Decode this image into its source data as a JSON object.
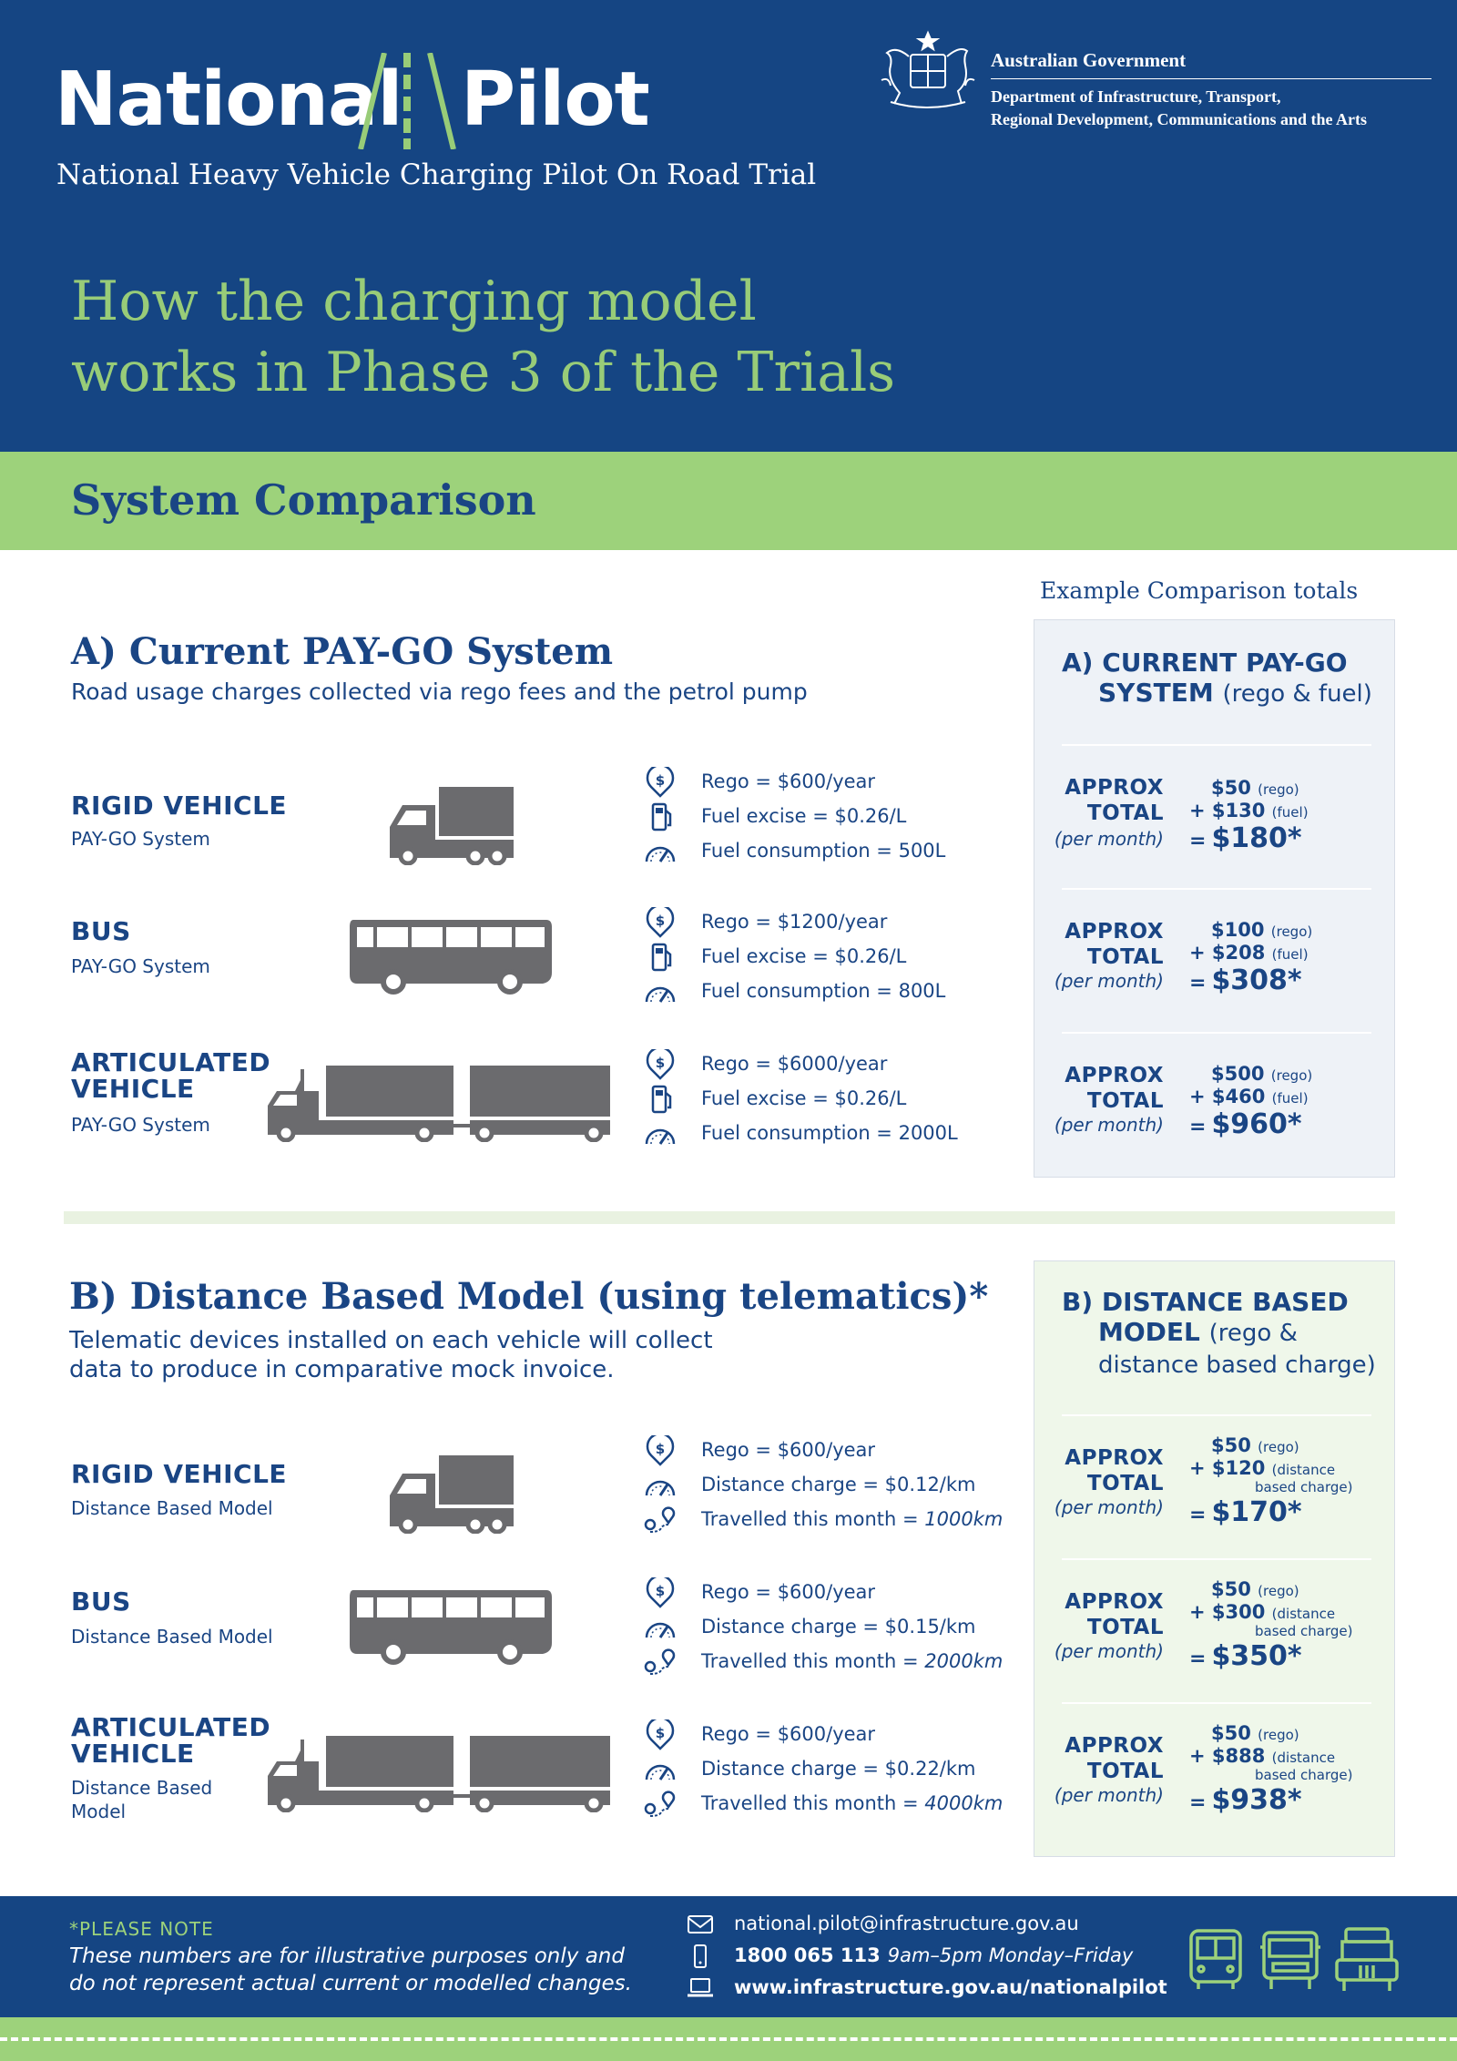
{
  "header": {
    "logo_left": "National",
    "logo_right": "Pilot",
    "subtitle": "National Heavy Vehicle Charging Pilot On Road Trial",
    "gov_name": "Australian Government",
    "gov_dept_line1": "Department of Infrastructure, Transport,",
    "gov_dept_line2": "Regional Development, Communications and the Arts",
    "title_line1": "How the charging model",
    "title_line2": "works in Phase 3 of the Trials"
  },
  "band": {
    "title": "System Comparison"
  },
  "totals_heading": "Example Comparison totals",
  "section_a": {
    "title": "A) Current PAY-GO System",
    "desc": "Road usage charges collected via rego fees and the petrol pump",
    "vehicles": [
      {
        "name": "RIGID VEHICLE",
        "sub": "PAY-GO System",
        "specs": [
          "Rego = $600/year",
          "Fuel excise = $0.26/L",
          "Fuel consumption = 500L"
        ]
      },
      {
        "name": "BUS",
        "sub": "PAY-GO System",
        "specs": [
          "Rego = $1200/year",
          "Fuel excise = $0.26/L",
          "Fuel consumption = 800L"
        ]
      },
      {
        "name_line1": "ARTICULATED",
        "name_line2": "VEHICLE",
        "sub": "PAY-GO System",
        "specs": [
          "Rego = $6000/year",
          "Fuel excise = $0.26/L",
          "Fuel consumption = 2000L"
        ]
      }
    ]
  },
  "section_b": {
    "title": "B) Distance Based Model (using telematics)*",
    "desc_line1": "Telematic devices installed on each vehicle will collect",
    "desc_line2": "data to produce in comparative mock invoice.",
    "vehicles": [
      {
        "name": "RIGID VEHICLE",
        "sub": "Distance Based Model",
        "spec1": "Rego = $600/year",
        "spec2": "Distance charge = $0.12/km",
        "spec3_label": "Travelled this month = ",
        "spec3_value": "1000km"
      },
      {
        "name": "BUS",
        "sub": "Distance Based Model",
        "spec1": "Rego = $600/year",
        "spec2": "Distance charge = $0.15/km",
        "spec3_label": "Travelled this month = ",
        "spec3_value": "2000km"
      },
      {
        "name_line1": "ARTICULATED",
        "name_line2": "VEHICLE",
        "sub_line1": "Distance Based",
        "sub_line2": "Model",
        "spec1": "Rego = $600/year",
        "spec2": "Distance charge = $0.22/km",
        "spec3_label": "Travelled this month = ",
        "spec3_value": "4000km"
      }
    ]
  },
  "panel_a": {
    "head_line1": "A) CURRENT PAY-GO",
    "head_line2": "SYSTEM",
    "head_extra": "(rego & fuel)",
    "approx": "APPROX",
    "total": "TOTAL",
    "per_month": "(per month)",
    "rego_tag": "(rego)",
    "fuel_tag": "(fuel)",
    "rows": [
      {
        "rego": "$50",
        "fuel": "+ $130",
        "total": "$180*"
      },
      {
        "rego": "$100",
        "fuel": "+ $208",
        "total": "$308*"
      },
      {
        "rego": "$500",
        "fuel": "+ $460",
        "total": "$960*"
      }
    ]
  },
  "panel_b": {
    "head_line1": "B) DISTANCE BASED",
    "head_line2": "MODEL",
    "head_extra": "(rego &",
    "head_line3": "distance based charge)",
    "approx": "APPROX",
    "total": "TOTAL",
    "per_month": "(per month)",
    "rego_tag": "(rego)",
    "dist_tag1": "(distance",
    "dist_tag2": "based charge)",
    "rows": [
      {
        "rego": "$50",
        "dist": "+ $120",
        "total": "$170*"
      },
      {
        "rego": "$50",
        "dist": "+ $300",
        "total": "$350*"
      },
      {
        "rego": "$50",
        "dist": "+ $888",
        "total": "$938*"
      }
    ]
  },
  "footer": {
    "note_heading": "*PLEASE NOTE",
    "note_line1": "These numbers are for illustrative purposes only and",
    "note_line2": "do not represent actual current or modelled changes.",
    "email": "national.pilot@infrastructure.gov.au",
    "phone": "1800 065 113",
    "hours": "9am–5pm Monday–Friday",
    "website": "www.infrastructure.gov.au/nationalpilot"
  },
  "colors": {
    "navy": "#154583",
    "green": "#9dd27b",
    "title_green": "#98cc78",
    "text_blue": "#1a4584",
    "vehicle_grey": "#6b6b6e"
  },
  "icons": [
    "dollar-pin-icon",
    "fuel-pump-icon",
    "gauge-icon",
    "route-pin-icon",
    "mail-icon",
    "phone-icon",
    "laptop-icon",
    "bus-front-icon",
    "truck-front-icon",
    "semi-truck-front-icon"
  ]
}
